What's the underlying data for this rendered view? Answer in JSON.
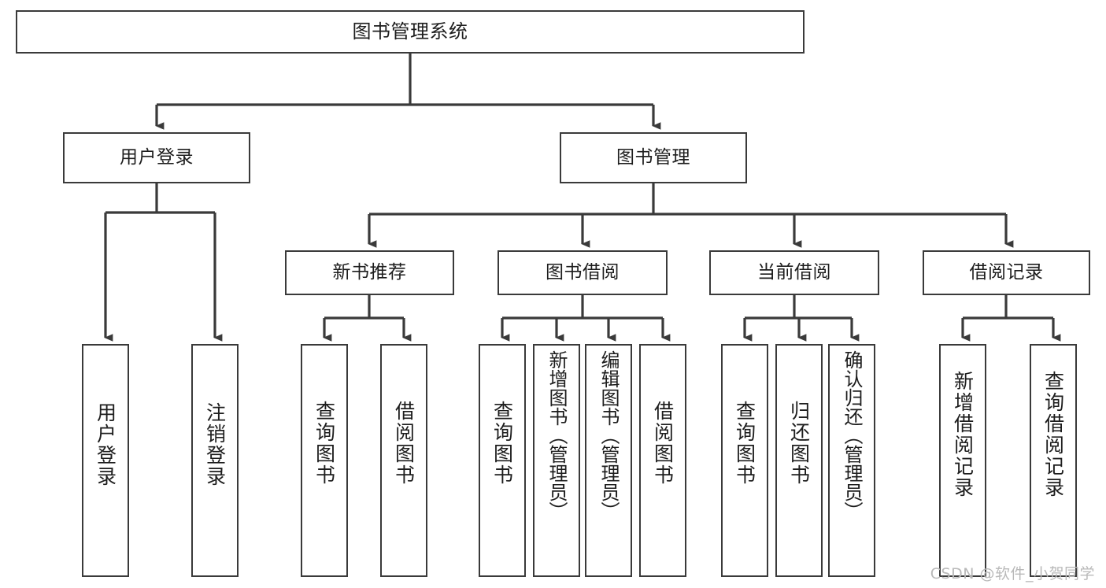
{
  "diagram": {
    "title": "图书管理系统",
    "type": "tree",
    "orientation": "top-down",
    "line_color": "#3a3a3a",
    "box_fill": "#ffffff",
    "text_color": "#1d1d1d"
  },
  "nodes": {
    "root": {
      "label": "图书管理系统",
      "level": 0
    },
    "l1": [
      {
        "id": "user_login",
        "label": "用户登录"
      },
      {
        "id": "book_manage",
        "label": "图书管理"
      }
    ],
    "l2": [
      {
        "id": "new_book_rec",
        "label": "新书推荐",
        "parent": "book_manage"
      },
      {
        "id": "book_borrow",
        "label": "图书借阅",
        "parent": "book_manage"
      },
      {
        "id": "current_borrow",
        "label": "当前借阅",
        "parent": "book_manage"
      },
      {
        "id": "borrow_record",
        "label": "借阅记录",
        "parent": "book_manage"
      }
    ],
    "leaves": {
      "user_login": [
        {
          "id": "leaf_user_login",
          "label": "用户登录"
        },
        {
          "id": "leaf_user_logout",
          "label": "注销登录"
        }
      ],
      "new_book_rec": [
        {
          "id": "leaf_query_book_1",
          "label": "查询图书"
        },
        {
          "id": "leaf_borrow_book_1",
          "label": "借阅图书"
        }
      ],
      "book_borrow": [
        {
          "id": "leaf_query_book_2",
          "label": "查询图书"
        },
        {
          "id": "leaf_add_book",
          "label": "新增图书（管理员）"
        },
        {
          "id": "leaf_edit_book",
          "label": "编辑图书（管理员）"
        },
        {
          "id": "leaf_borrow_book_2",
          "label": "借阅图书"
        }
      ],
      "current_borrow": [
        {
          "id": "leaf_query_book_3",
          "label": "查询图书"
        },
        {
          "id": "leaf_return_book",
          "label": "归还图书"
        },
        {
          "id": "leaf_confirm_return",
          "label": "确认归还（管理员）"
        }
      ],
      "borrow_record": [
        {
          "id": "leaf_add_record",
          "label": "新增借阅记录"
        },
        {
          "id": "leaf_query_record",
          "label": "查询借阅记录"
        }
      ]
    }
  },
  "watermark": {
    "text": "CSDN @软件_小贺同学"
  }
}
